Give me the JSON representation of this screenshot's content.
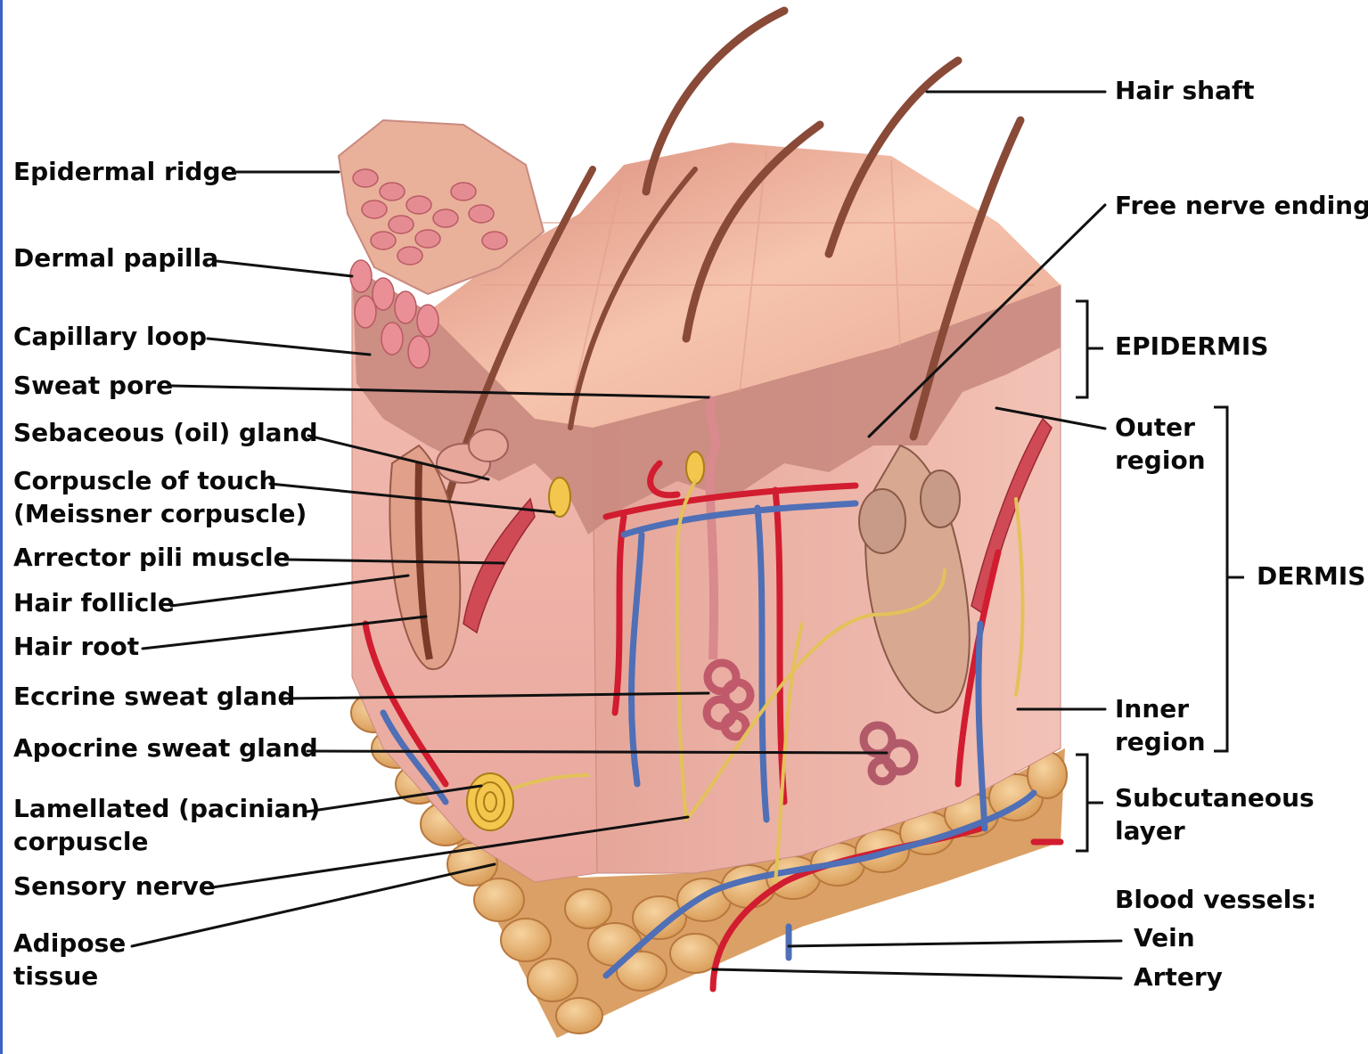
{
  "labels_left": {
    "epidermal_ridge": "Epidermal ridge",
    "dermal_papilla": "Dermal papilla",
    "capillary_loop": "Capillary loop",
    "sweat_pore": "Sweat pore",
    "sebaceous_gland": "Sebaceous (oil) gland",
    "corpuscle_touch_1": "Corpuscle of touch",
    "corpuscle_touch_2": "(Meissner corpuscle)",
    "arrector_pili": "Arrector pili muscle",
    "hair_follicle": "Hair follicle",
    "hair_root": "Hair root",
    "eccrine_gland": "Eccrine sweat gland",
    "apocrine_gland": "Apocrine sweat gland",
    "lamellated_1": "Lamellated (pacinian)",
    "lamellated_2": "corpuscle",
    "sensory_nerve": "Sensory nerve",
    "adipose_1": "Adipose",
    "adipose_2": "tissue"
  },
  "labels_right": {
    "hair_shaft": "Hair shaft",
    "free_nerve_ending": "Free nerve ending",
    "epidermis": "EPIDERMIS",
    "outer_region_1": "Outer",
    "outer_region_2": "region",
    "dermis": "DERMIS",
    "inner_region_1": "Inner",
    "inner_region_2": "region",
    "subcutaneous_1": "Subcutaneous",
    "subcutaneous_2": "layer",
    "blood_vessels": "Blood vessels:",
    "vein": "Vein",
    "artery": "Artery"
  },
  "colors": {
    "skin_surface": "#f0b09a",
    "epidermis": "#c98a80",
    "dermis": "#efb4aa",
    "adipose": "#e8b070",
    "artery": "#d21c30",
    "vein": "#4f6fb6",
    "nerve": "#e3c25a",
    "hair": "#8a4a38",
    "leader_line": "#111111"
  }
}
